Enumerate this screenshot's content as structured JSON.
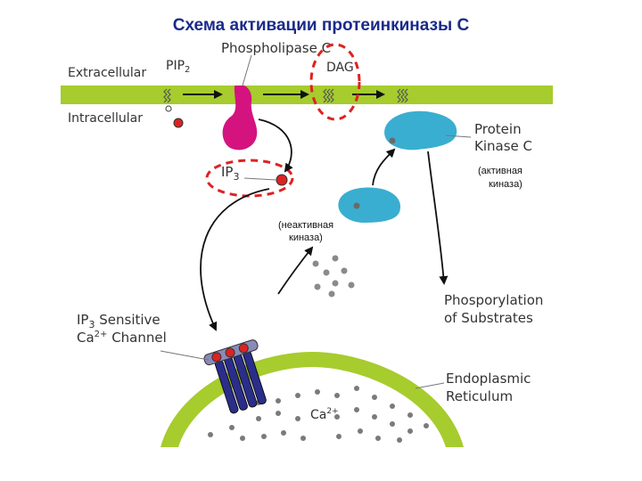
{
  "title": "Схема активации протеинкиназы С",
  "labels": {
    "extracellular": "Extracellular",
    "intracellular": "Intracellular",
    "pip2": "PIP",
    "pip2_sub": "2",
    "phospholipase": "Phospholipase C",
    "dag": "DAG",
    "ip3": "IP",
    "ip3_sub": "3",
    "pkc_line1": "Protein",
    "pkc_line2": "Kinase C",
    "active_line1": "(активная",
    "active_line2": "киназа)",
    "inactive_line1": "(неактивная",
    "inactive_line2": "киназа)",
    "channel_line1": "IP",
    "channel_line1_sub": "3",
    "channel_line1_rest": " Sensitive",
    "channel_line2": "Ca",
    "channel_line2_sup": "2+",
    "channel_line2_rest": " Channel",
    "phos_line1": "Phosporylation",
    "phos_line2": "of Substrates",
    "er_line1": "Endoplasmic",
    "er_line2": "Reticulum",
    "ca": "Ca",
    "ca_sup": "2+"
  },
  "colors": {
    "membrane": "#a6cc2e",
    "phospholipase": "#d4137f",
    "kinase": "#3aaed0",
    "ip3": "#dd2222",
    "channel": "#2a2e8a",
    "highlight": "#dd2222",
    "title": "#1a2a8a"
  }
}
